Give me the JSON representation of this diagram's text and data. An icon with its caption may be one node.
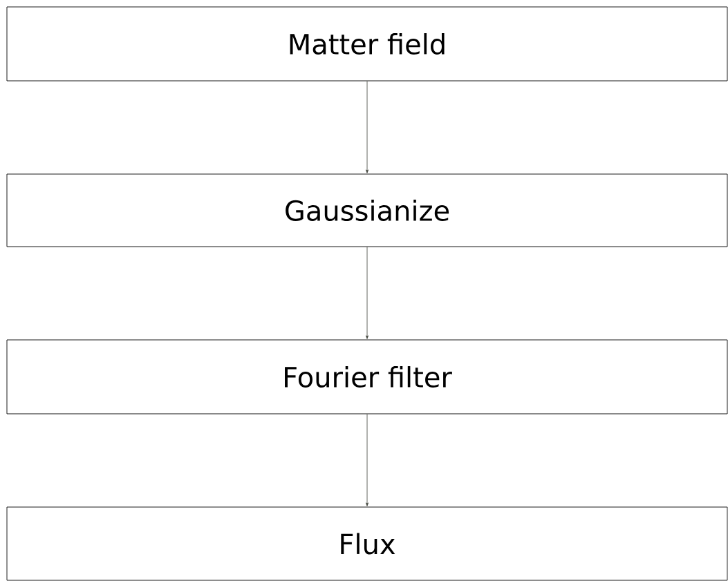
{
  "diagram": {
    "nodes": [
      {
        "text": [
          "Matter field"
        ]
      },
      {
        "text": [
          "Gaussianize"
        ]
      },
      {
        "text": [
          "Fourier filter"
        ]
      },
      {
        "text": [
          "Flux"
        ]
      }
    ],
    "edges": [
      {
        "from": 0,
        "to": 1,
        "arrow": "to"
      },
      {
        "from": 1,
        "to": 2,
        "arrow": "to"
      },
      {
        "from": 2,
        "to": 3,
        "arrow": "to"
      }
    ]
  }
}
